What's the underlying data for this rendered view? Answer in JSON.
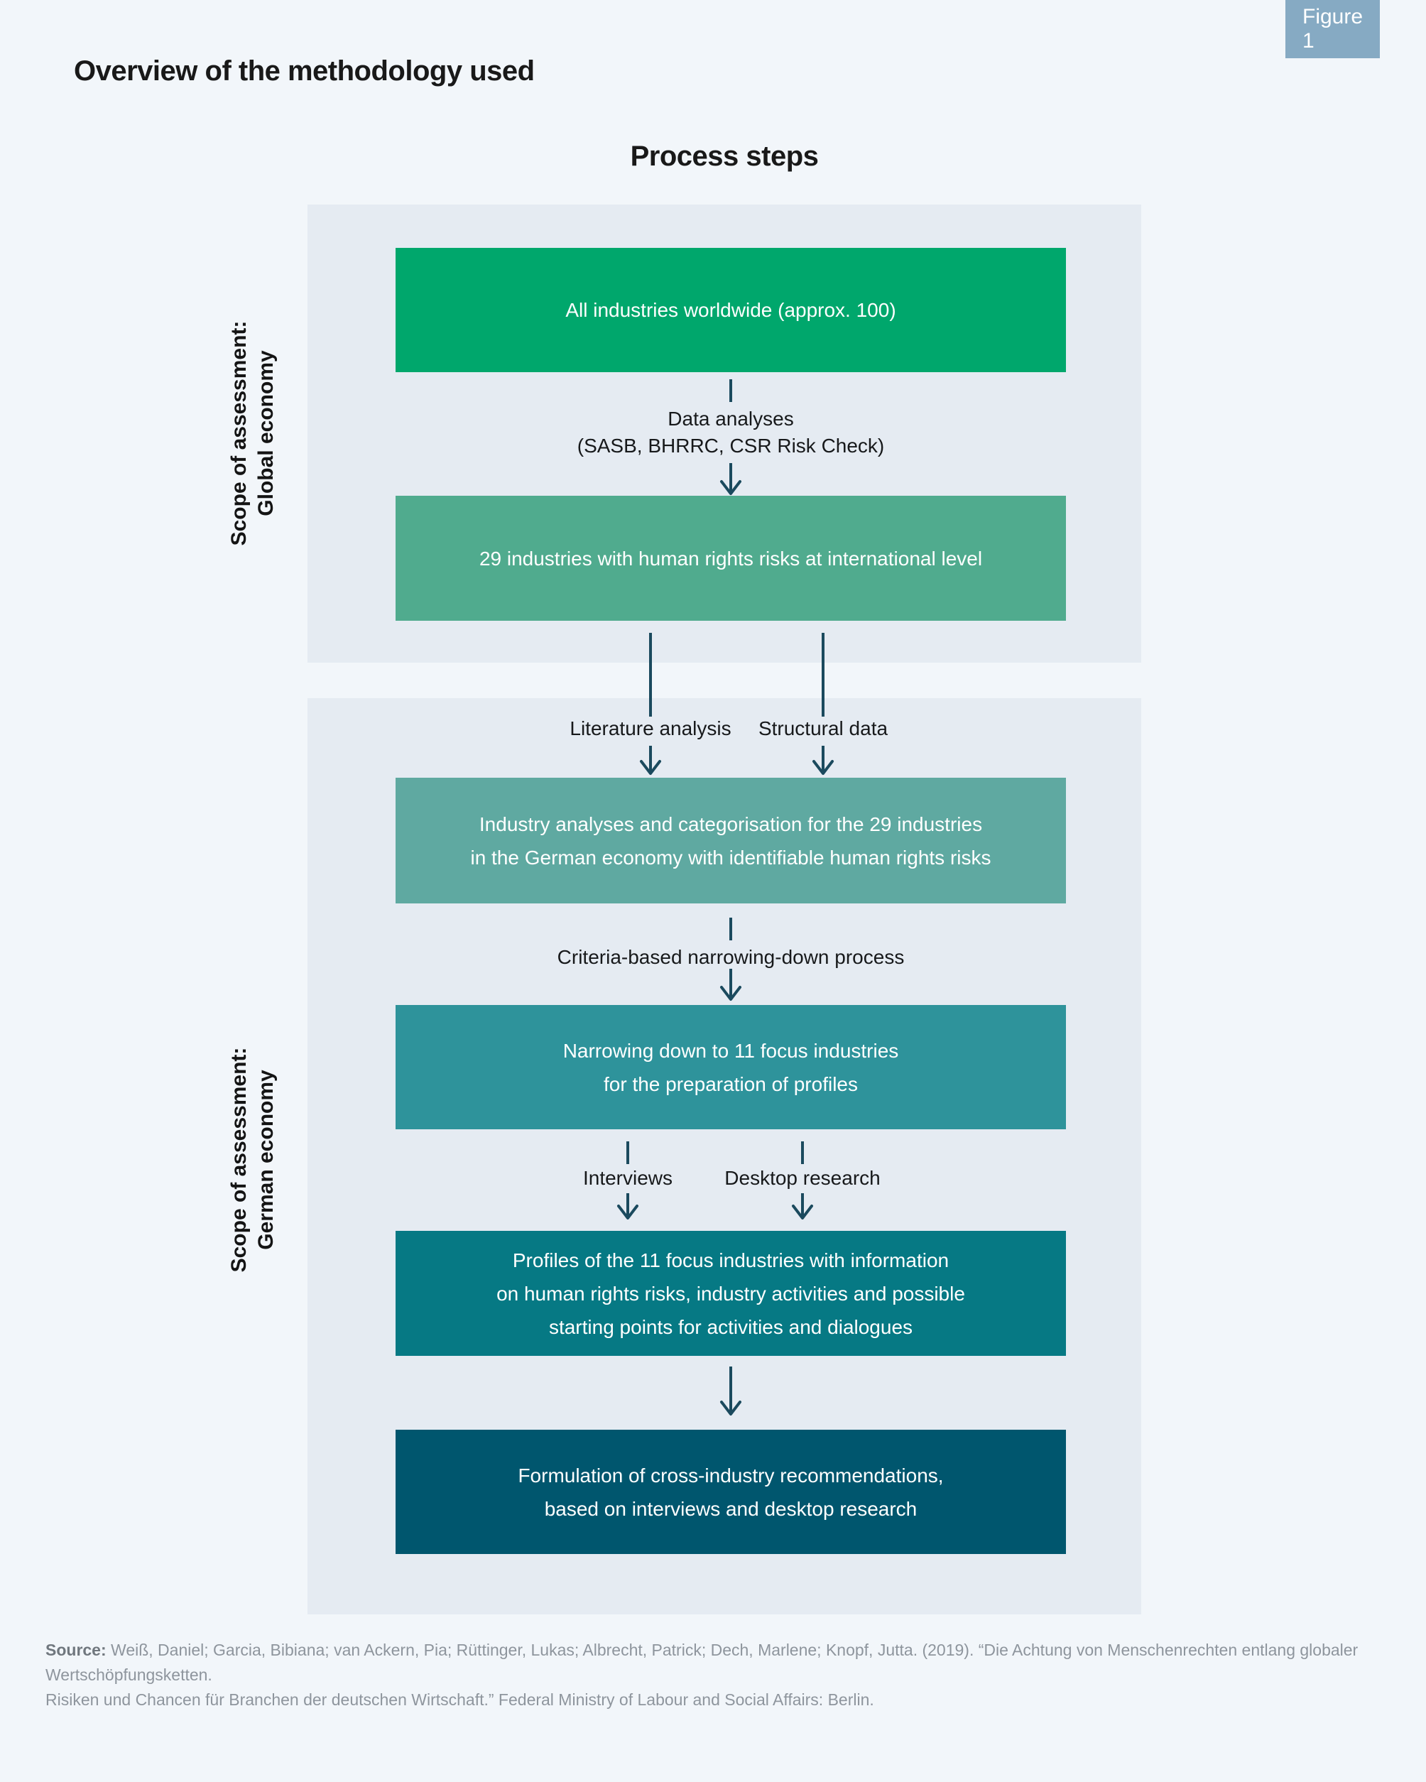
{
  "figure_tag": "Figure 1",
  "title": "Overview of the methodology used",
  "diagram_heading": "Process steps",
  "panels": [
    {
      "label_line1": "Scope of assessment:",
      "label_line2": "Global economy"
    },
    {
      "label_line1": "Scope of assessment:",
      "label_line2": "German economy"
    }
  ],
  "boxes": [
    {
      "name": "all-industries",
      "color": "#00a76c",
      "lines": [
        "All industries worldwide (approx. 100)"
      ]
    },
    {
      "name": "29-industries",
      "color": "#50ab8e",
      "lines": [
        "29 industries with human rights risks at international level"
      ]
    },
    {
      "name": "industry-analyses",
      "color": "#5fa9a1",
      "lines": [
        "Industry analyses and categorisation for the 29 industries",
        "in the German economy with identifiable human rights risks"
      ]
    },
    {
      "name": "narrowing-down",
      "color": "#2e939b",
      "lines": [
        "Narrowing down to 11 focus industries",
        "for the preparation of profiles"
      ]
    },
    {
      "name": "profiles",
      "color": "#067984",
      "lines": [
        "Profiles of the 11 focus industries with information",
        "on human rights risks, industry activities and possible",
        "starting points for activities and dialogues"
      ]
    },
    {
      "name": "recommendations",
      "color": "#00566e",
      "lines": [
        "Formulation of cross-industry recommendations,",
        "based on interviews and desktop research"
      ]
    }
  ],
  "connectors": {
    "data_analyses_line1": "Data analyses",
    "data_analyses_line2": "(SASB, BHRRC, CSR Risk Check)",
    "literature_analysis": "Literature analysis",
    "structural_data": "Structural data",
    "criteria": "Criteria-based narrowing-down process",
    "interviews": "Interviews",
    "desktop_research": "Desktop research"
  },
  "source": {
    "label": "Source:",
    "line1": "Weiß, Daniel; Garcia, Bibiana; van Ackern, Pia; Rüttinger, Lukas; Albrecht, Patrick; Dech, Marlene; Knopf, Jutta. (2019). “Die Achtung von Menschenrechten entlang globaler Wertschöpfungsketten.",
    "line2": "Risiken und Chancen für Branchen der deutschen Wirtschaft.” Federal Ministry of Labour and Social Affairs: Berlin."
  },
  "colors": {
    "page_background": "#f2f6fa",
    "panel_background": "#e5ebf2",
    "arrow": "#1b4a5e",
    "figure_badge": "#86aac3",
    "text_dark": "#191919",
    "source_text": "#8e959d"
  }
}
